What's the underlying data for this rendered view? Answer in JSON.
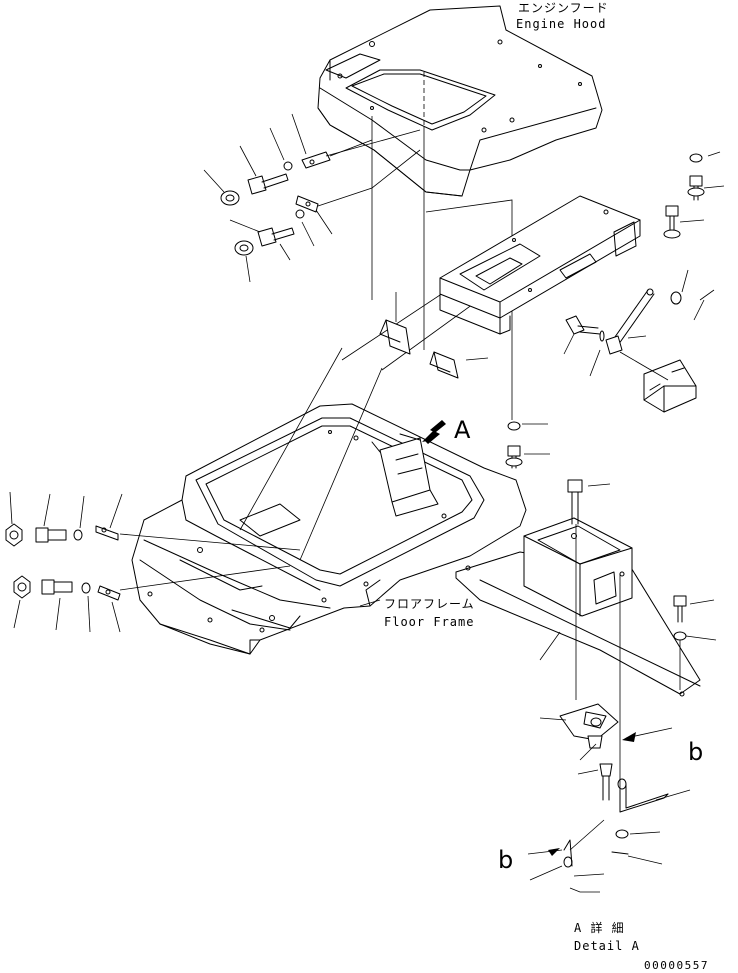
{
  "labels": {
    "engine_hood_jp": "エンジンフード",
    "engine_hood_en": "Engine Hood",
    "floor_frame_jp": "フロアフレーム",
    "floor_frame_en": "Floor Frame",
    "detail_a_jp": "A 詳 細",
    "detail_a_en": "Detail A",
    "view_a": "A",
    "view_b_right": "b",
    "view_b_left": "b",
    "drawing_number": "00000557"
  }
}
